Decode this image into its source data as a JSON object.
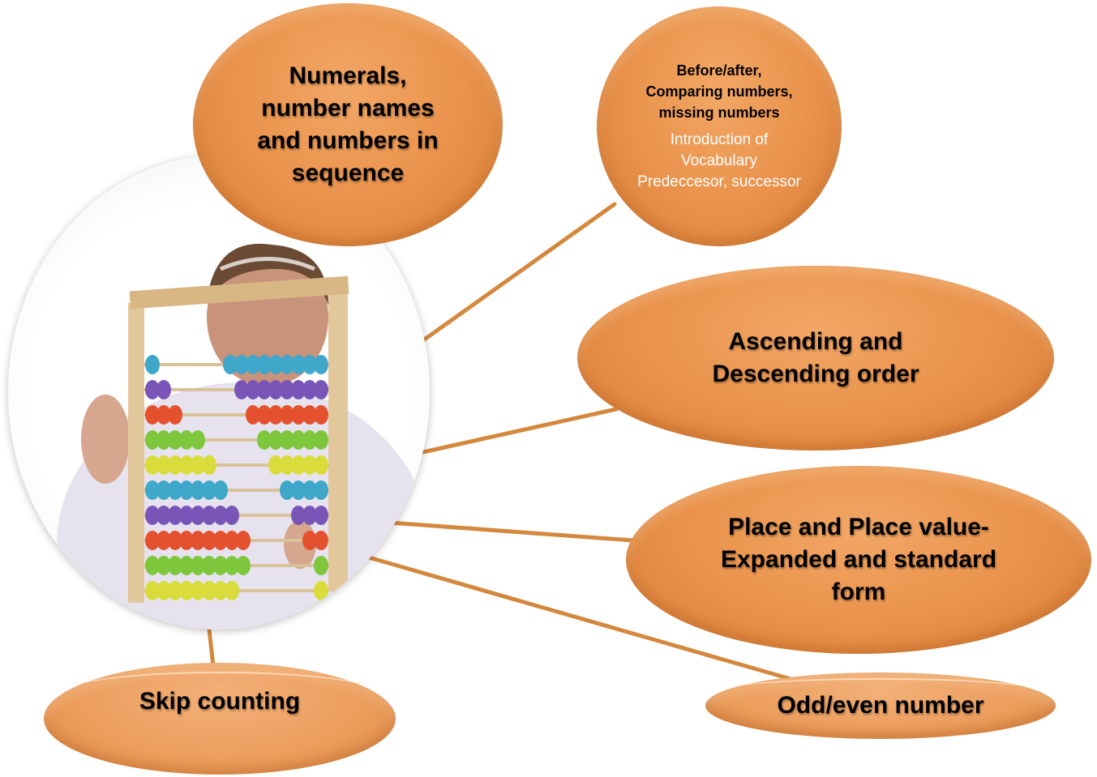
{
  "nodes": {
    "numerals": {
      "lines": [
        "Numerals,",
        "number names",
        "and numbers in",
        "sequence"
      ]
    },
    "before_after": {
      "bold_lines": [
        "Before/after,",
        "Comparing numbers,",
        "missing numbers"
      ],
      "white_lines": [
        "Introduction of",
        "Vocabulary",
        "Predeccesor, successor"
      ]
    },
    "ascending": {
      "lines": [
        "Ascending and",
        "Descending order"
      ]
    },
    "place_value": {
      "lines": [
        "Place and Place value-",
        "Expanded and standard",
        "form"
      ]
    },
    "odd_even": {
      "lines": [
        "Odd/even number"
      ]
    },
    "skip_counting": {
      "lines": [
        "Skip counting"
      ]
    }
  },
  "center_image": {
    "subject": "child-with-abacus"
  },
  "colors": {
    "node_fill": "#e9914a",
    "connector": "#d4883e"
  }
}
